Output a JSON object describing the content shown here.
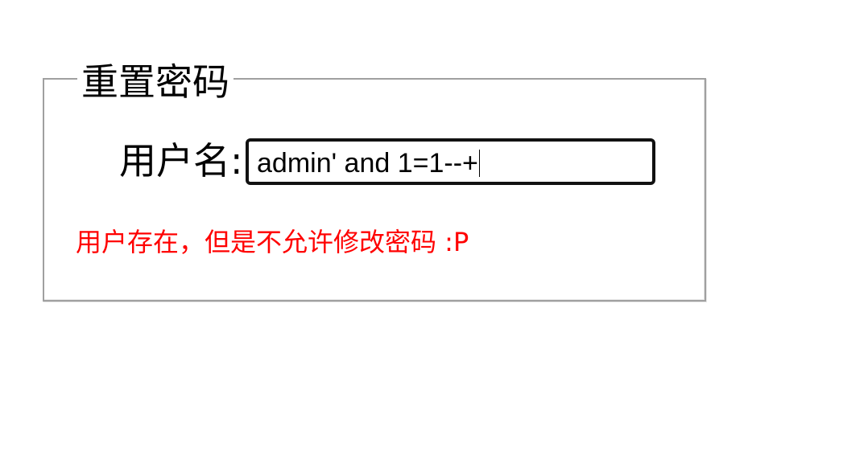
{
  "form": {
    "legend": "重置密码",
    "username_label": "用户名:",
    "username_value": "admin' and 1=1--+",
    "message": "用户存在，但是不允许修改密码 :P"
  },
  "colors": {
    "message": "#ff0000",
    "border": "#a0a0a0",
    "input_border": "#111111"
  }
}
